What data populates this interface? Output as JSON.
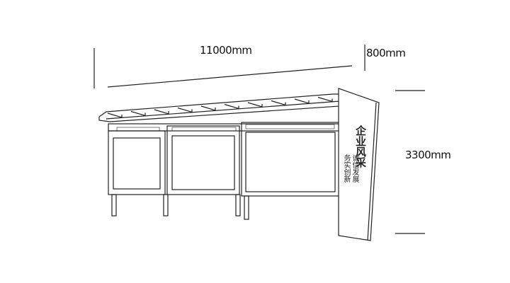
{
  "dimensions": {
    "length": "11000mm",
    "depth": "800mm",
    "height": "3300mm"
  },
  "side_panel": {
    "title": "企业风采",
    "slogan_right": "诚信发展",
    "slogan_left": "务实创新"
  },
  "colors": {
    "line": "#222222",
    "background": "#ffffff"
  }
}
